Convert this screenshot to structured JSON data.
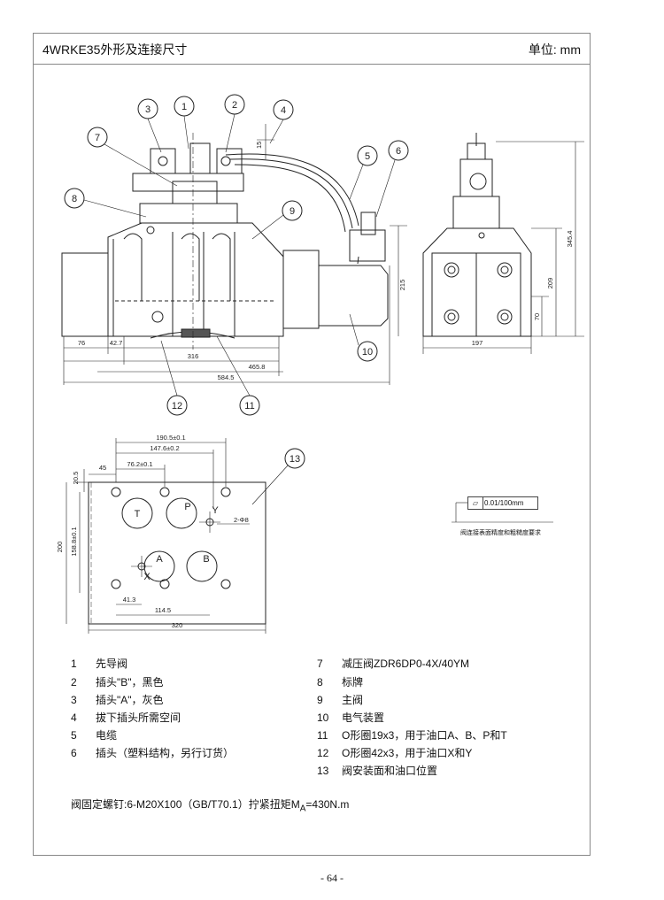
{
  "header": {
    "title": "4WRKE35外形及连接尺寸",
    "unit": "单位: mm"
  },
  "callouts": [
    "1",
    "2",
    "3",
    "4",
    "5",
    "6",
    "7",
    "8",
    "9",
    "10",
    "11",
    "12",
    "13"
  ],
  "dimensions": {
    "d15": "15",
    "d76": "76",
    "d42_7": "42.7",
    "d316": "316",
    "d465_8": "465.8",
    "d584_5": "584.5",
    "d215": "215",
    "d345_4": "345.4",
    "d209": "209",
    "d70": "70",
    "d197": "197",
    "d190_5": "190.5±0.1",
    "d147_6": "147.6±0.2",
    "d76_2": "76.2±0.1",
    "d45": "45",
    "d20_5": "20.5",
    "d200": "200",
    "d158_8": "158.8±0.1",
    "d41_3": "41.3",
    "d114_5": "114.5",
    "d320": "320",
    "d2_8": "2-Φ8"
  },
  "ports": {
    "T": "T",
    "P": "P",
    "Y": "Y",
    "A": "A",
    "B": "B",
    "X": "X"
  },
  "tolerance": {
    "symbol": "▱",
    "value": "0.01/100mm",
    "note": "阀连接表面精度和粗糙度要求"
  },
  "legend": [
    {
      "num": "1",
      "text": "先导阀"
    },
    {
      "num": "2",
      "text": "插头\"B\"，黑色"
    },
    {
      "num": "3",
      "text": "插头\"A\"，灰色"
    },
    {
      "num": "4",
      "text": "拔下插头所需空间"
    },
    {
      "num": "5",
      "text": "电缆"
    },
    {
      "num": "6",
      "text": "插头（塑料结构，另行订货）"
    },
    {
      "num": "7",
      "text": "减压阀ZDR6DP0-4X/40YM"
    },
    {
      "num": "8",
      "text": "标牌"
    },
    {
      "num": "9",
      "text": "主阀"
    },
    {
      "num": "10",
      "text": "电气装置"
    },
    {
      "num": "11",
      "text": "O形圈19x3，用于油口A、B、P和T"
    },
    {
      "num": "12",
      "text": "O形圈42x3，用于油口X和Y"
    },
    {
      "num": "13",
      "text": "阀安装面和油口位置"
    }
  ],
  "note": {
    "prefix": "阀固定螺钉:6-M20X100（GB/T70.1）拧紧扭矩M",
    "sub": "A",
    "suffix": "=430N.m"
  },
  "page_number": "- 64 -"
}
